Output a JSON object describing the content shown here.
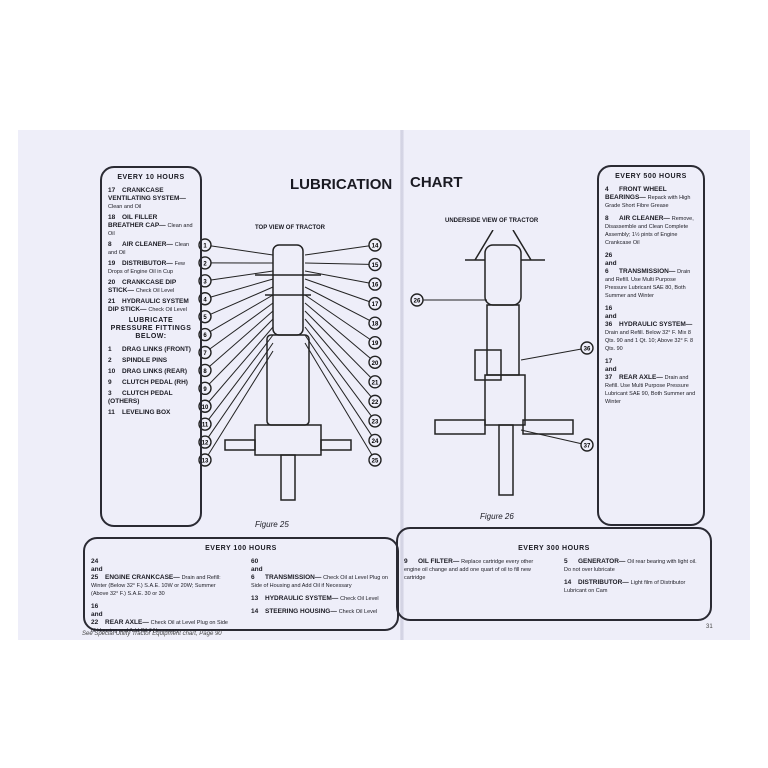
{
  "title_left": "LUBRICATION",
  "title_right": "CHART",
  "fig25": {
    "label": "TOP VIEW OF TRACTOR",
    "caption": "Figure 25",
    "numbers": [
      "1",
      "2",
      "3",
      "4",
      "5",
      "6",
      "7",
      "8",
      "9",
      "10",
      "11",
      "12",
      "13",
      "14",
      "15",
      "16",
      "17",
      "18",
      "19",
      "20",
      "21",
      "22",
      "23",
      "24",
      "25"
    ]
  },
  "fig26": {
    "label": "UNDERSIDE VIEW OF TRACTOR",
    "caption": "Figure 26",
    "numbers": [
      "26",
      "36",
      "37"
    ]
  },
  "every10": {
    "heading": "EVERY 10 HOURS",
    "items": [
      {
        "n": "17",
        "t": "CRANKCASE VENTILATING SYSTEM—",
        "d": "Clean and Oil"
      },
      {
        "n": "18",
        "t": "OIL FILLER BREATHER CAP—",
        "d": "Clean and Oil"
      },
      {
        "n": "8",
        "t": "AIR CLEANER—",
        "d": "Clean and Oil"
      },
      {
        "n": "19",
        "t": "DISTRIBUTOR—",
        "d": "Few Drops of Engine Oil in Cup"
      },
      {
        "n": "20",
        "t": "CRANKCASE DIP STICK—",
        "d": "Check Oil Level"
      },
      {
        "n": "21",
        "t": "HYDRAULIC SYSTEM DIP STICK—",
        "d": "Check Oil Level"
      }
    ],
    "sub": "LUBRICATE PRESSURE FITTINGS BELOW:",
    "fittings": [
      {
        "n": "1",
        "t": "DRAG LINKS (FRONT)"
      },
      {
        "n": "2",
        "t": "SPINDLE PINS"
      },
      {
        "n": "10",
        "t": "DRAG LINKS (REAR)"
      },
      {
        "n": "9",
        "t": "CLUTCH PEDAL (RH)"
      },
      {
        "n": "3",
        "t": "CLUTCH PEDAL (OTHERS)"
      },
      {
        "n": "11",
        "t": "LEVELING BOX"
      }
    ]
  },
  "every100": {
    "heading": "EVERY 100 HOURS",
    "left": [
      {
        "n": "24 and 25",
        "t": "ENGINE CRANKCASE—",
        "d": "Drain and Refill: Winter (Below 32° F.) S.A.E. 10W or 20W; Summer (Above 32° F.) S.A.E. 30 or 30"
      },
      {
        "n": "16 and 22",
        "t": "REAR AXLE—",
        "d": "Check Oil at Level Plug on Side of Housing and Add Oil if Necessary"
      }
    ],
    "right": [
      {
        "n": "60 and 6",
        "t": "TRANSMISSION—",
        "d": "Check Oil at Level Plug on Side of Housing and Add Oil if Necessary"
      },
      {
        "n": "13",
        "t": "HYDRAULIC SYSTEM—",
        "d": "Check Oil Level"
      },
      {
        "n": "14",
        "t": "STEERING HOUSING—",
        "d": "Check Oil Level"
      }
    ]
  },
  "every500": {
    "heading": "EVERY 500 HOURS",
    "items": [
      {
        "n": "4",
        "t": "FRONT WHEEL BEARINGS—",
        "d": "Repack with High Grade Short Fibre Grease"
      },
      {
        "n": "8",
        "t": "AIR CLEANER—",
        "d": "Remove, Disassemble and Clean Complete Assembly; 1½ pints of Engine Crankcase Oil"
      },
      {
        "n": "26 and 6",
        "t": "TRANSMISSION—",
        "d": "Drain and Refill. Use Multi Purpose Pressure Lubricant SAE 80, Both Summer and Winter"
      },
      {
        "n": "16 and 36",
        "t": "HYDRAULIC SYSTEM—",
        "d": "Drain and Refill. Below 32° F. Mix 8 Qts. 90 and 1 Qt. 10; Above 32° F. 8 Qts. 90"
      },
      {
        "n": "17 and 37",
        "t": "REAR AXLE—",
        "d": "Drain and Refill. Use Multi Purpose Pressure Lubricant SAE 90, Both Summer and Winter"
      }
    ]
  },
  "every300": {
    "heading": "EVERY 300 HOURS",
    "left": [
      {
        "n": "9",
        "t": "OIL FILTER—",
        "d": "Replace cartridge every other engine oil change and add one quart of oil to fill new cartridge"
      }
    ],
    "right": [
      {
        "n": "5",
        "t": "GENERATOR—",
        "d": "Oil rear bearing with light oil. Do not over lubricate"
      },
      {
        "n": "14",
        "t": "DISTRIBUTOR—",
        "d": "Light film of Distributor Lubricant on Cam"
      }
    ]
  },
  "footer_left": "See Special Utility Tractor Equipment chart, Page 90",
  "page_number": "31"
}
